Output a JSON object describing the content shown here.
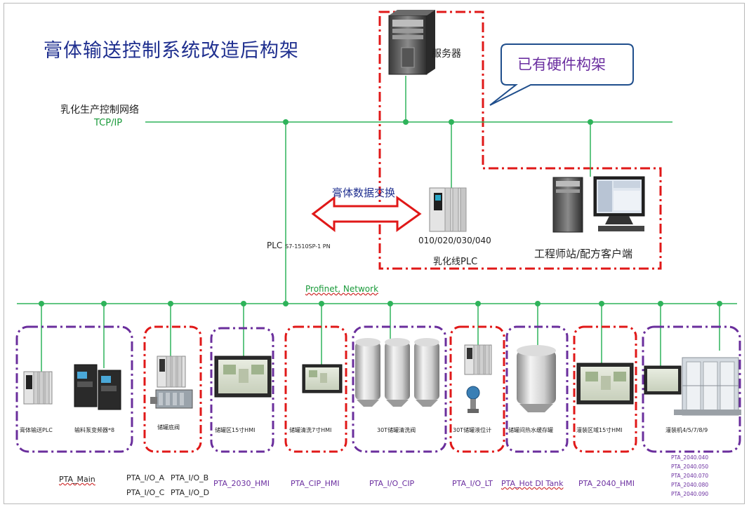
{
  "title": "膏体输送控制系统改造后构架",
  "network": {
    "upper_name": "乳化生产控制网络",
    "upper_protocol": "TCP/IP",
    "lower_name": "Profinet, Network",
    "plc_main": "PLC",
    "plc_model": "S7-1510SP-1 PN"
  },
  "existing": {
    "callout": "已有硬件构架",
    "server": "服务器",
    "plc_ids": "010/020/030/040",
    "plc_label": "乳化线PLC",
    "engineering": "工程师站/配方客户端"
  },
  "exchange_label": "膏体数据交换",
  "devices": [
    "膏体输送PLC",
    "输料泵变频器*8",
    "储罐底阀",
    "储罐区15寸HMI",
    "储罐清洗7寸HMI",
    "30T储罐清洗阀",
    "30T储罐液位计",
    "储罐间热水缓存罐",
    "灌装区域15寸HMI",
    "灌装机4/5/7/8/9"
  ],
  "tags": {
    "main": "PTA_Main",
    "io_a": "PTA_I/O_A",
    "io_b": "PTA_I/O_B",
    "io_c": "PTA_I/O_C",
    "io_d": "PTA_I/O_D",
    "hmi_2030": "PTA_2030_HMI",
    "cip_hmi": "PTA_CIP_HMI",
    "io_cip": "PTA_I/O_CIP",
    "io_lt": "PTA_I/O_LT",
    "hot_tank": "PTA_Hot DI Tank",
    "hmi_2040": "PTA_2040_HMI",
    "fill_codes": [
      "PTA_2040.040",
      "PTA_2040.050",
      "PTA_2040.070",
      "PTA_2040.080",
      "PTA_2040.090"
    ]
  },
  "colors": {
    "network_line": "#2eb35a",
    "red_dash": "#e01818",
    "purple_dash": "#6a2e9c",
    "title": "#1f2f8f",
    "arrow": "#e01818"
  }
}
